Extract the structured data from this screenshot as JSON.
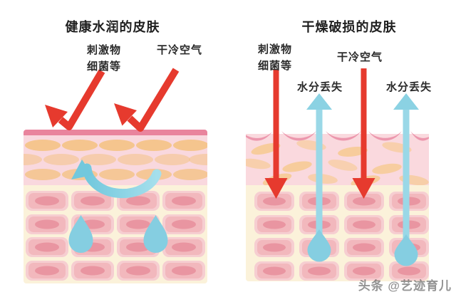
{
  "left_panel": {
    "title": "健康水润的皮肤",
    "labels": {
      "irritants_line1": "刺激物",
      "irritants_line2": "细菌等",
      "cold_air": "干冷空气"
    }
  },
  "right_panel": {
    "title": "干燥破损的皮肤",
    "labels": {
      "irritants_line1": "刺激物",
      "irritants_line2": "细菌等",
      "cold_air": "干冷空气",
      "water_loss_1": "水分丢失",
      "water_loss_2": "水分丢失"
    }
  },
  "watermark": {
    "text": "头条 @艺迹育儿"
  },
  "icons": [
    "deflected-arrow-icon",
    "penetrating-arrow-icon",
    "water-loss-arrow-icon",
    "moisture-circulation-arrow-icon",
    "water-drop-icon",
    "damaged-surface-flake-icon"
  ],
  "colors": {
    "arrow_red": "#e63a2e",
    "water_blue": "#7fccdf",
    "water_blue_light": "#9adbe9",
    "surface_pink": "#e9849d",
    "flake_pink": "#ec97ad",
    "epidermis_pink": "#f9d8de",
    "lipid_orange": "#f4c385",
    "dermis_cream": "#fbf2da",
    "cell_border_pink": "#f6ced1",
    "cell_pink": "#f2b8bd",
    "nucleus_pink": "#e995a1",
    "title_text": "#1f1f1f",
    "watermark_text": "#4b4b4b"
  }
}
